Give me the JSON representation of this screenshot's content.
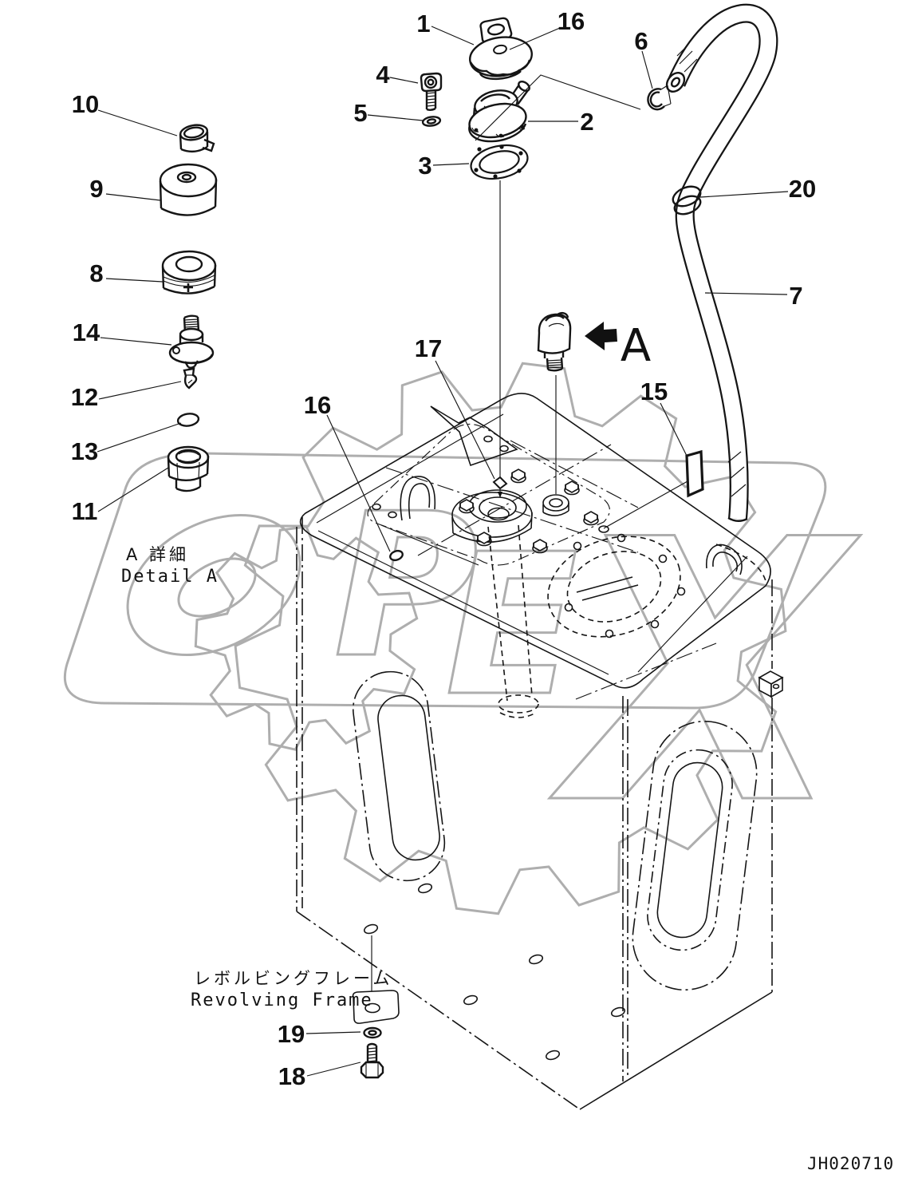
{
  "drawing": {
    "number": "JH020710",
    "watermark": {
      "text": "OPEX",
      "letters": [
        "O",
        "P",
        "E",
        "X"
      ],
      "color": "#aeaeae"
    },
    "detail_label": {
      "jp": "A 詳細",
      "en": "Detail A"
    },
    "frame_label": {
      "jp": "レボルビングフレーム",
      "en": "Revolving Frame"
    },
    "section_marker": "A",
    "callouts": [
      "1",
      "16",
      "4",
      "5",
      "2",
      "6",
      "3",
      "20",
      "7",
      "10",
      "9",
      "8",
      "14",
      "12",
      "13",
      "11",
      "17",
      "16",
      "15",
      "A",
      "19",
      "18"
    ],
    "colors": {
      "line": "#151515",
      "watermark": "#aeaeae",
      "background": "#ffffff"
    }
  }
}
